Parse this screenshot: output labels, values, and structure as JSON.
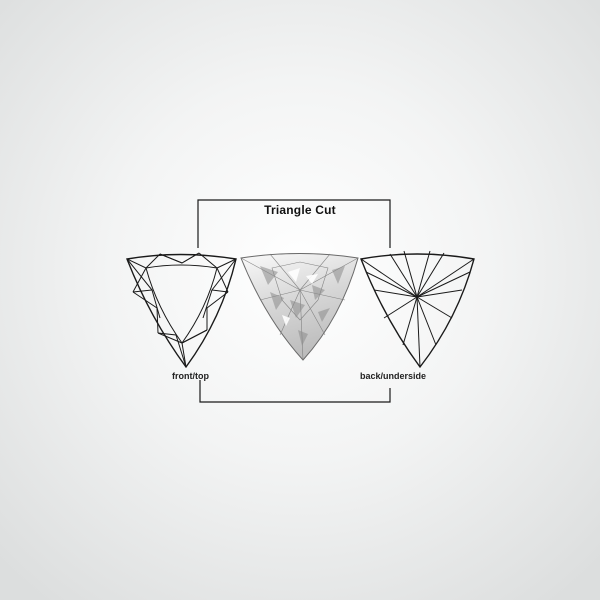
{
  "diagram": {
    "title": "Triangle Cut",
    "views": [
      {
        "id": "front",
        "label": "front/top"
      },
      {
        "id": "photo",
        "label": ""
      },
      {
        "id": "back",
        "label": "back/underside"
      }
    ]
  },
  "colors": {
    "line": "#1a1a1a",
    "stone_light": "#f2f2f2",
    "stone_dark": "#6a6a6a"
  }
}
